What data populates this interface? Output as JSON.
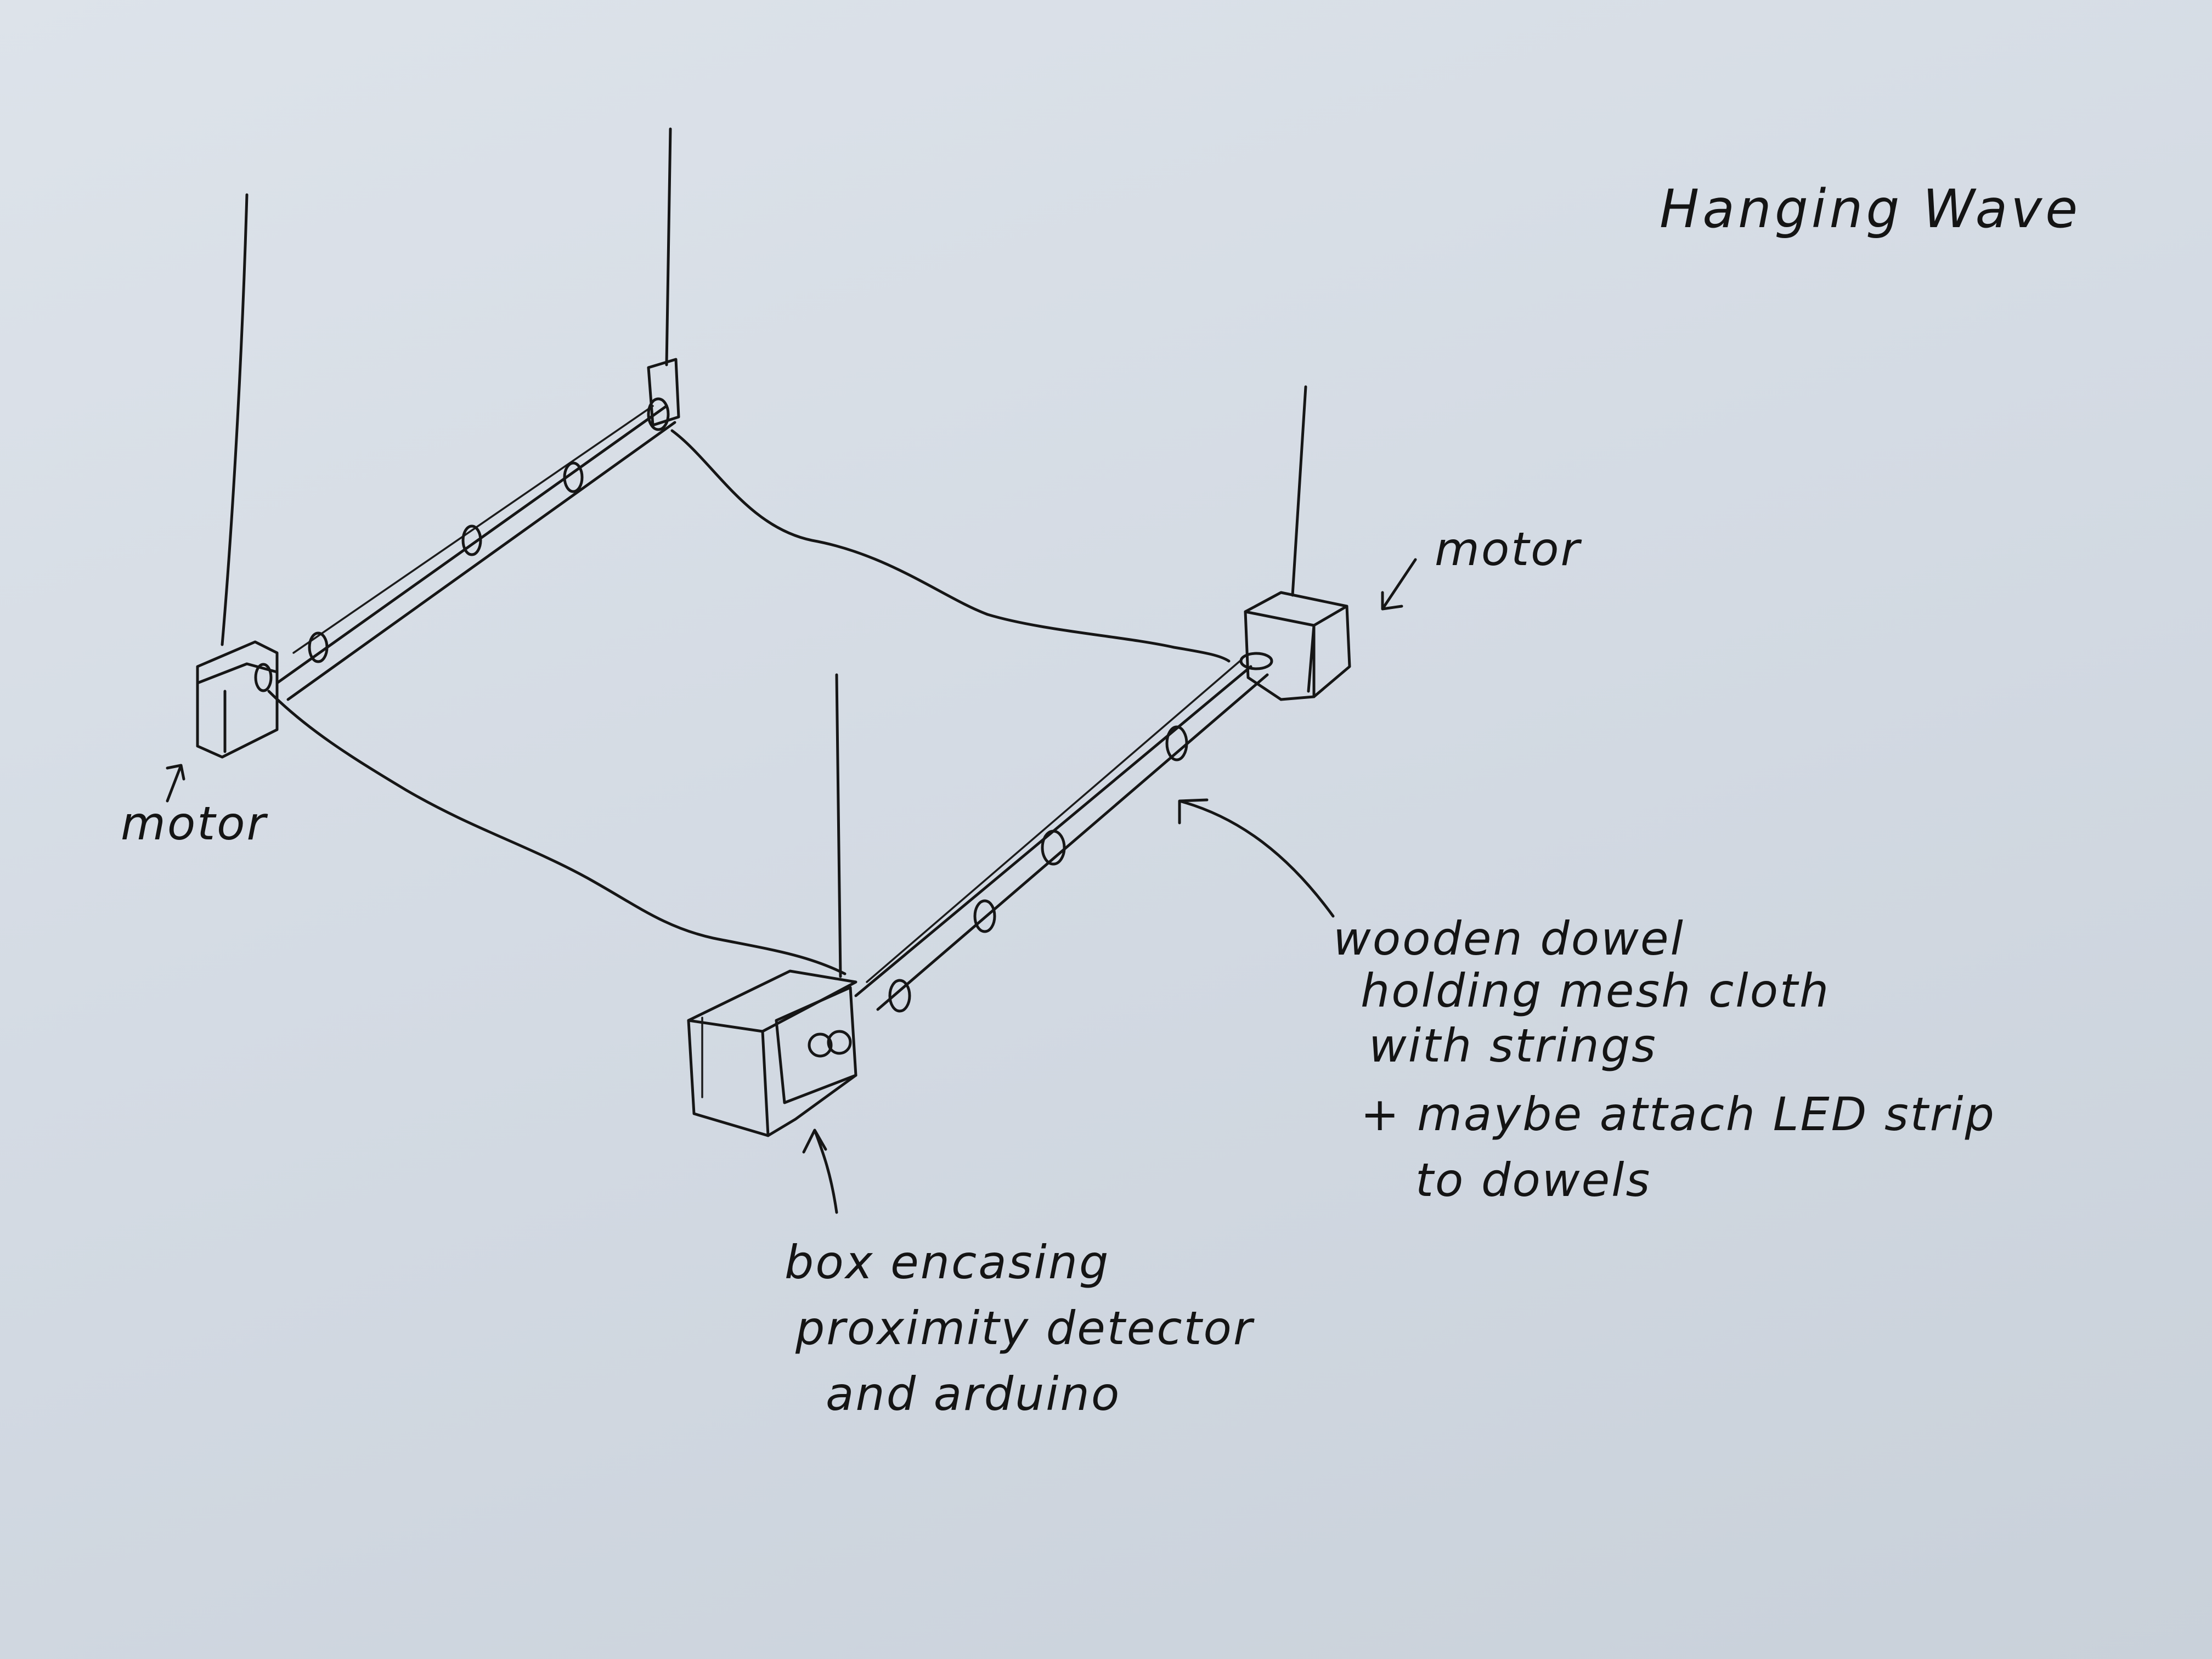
{
  "title": "Hanging Wave",
  "labels": {
    "motor_left": "motor",
    "motor_right": "motor",
    "dowel": {
      "lines": [
        "wooden dowel",
        "holding mesh cloth",
        "with strings"
      ]
    },
    "led_note": {
      "lines": [
        "+ maybe attach LED strip",
        "to dowels"
      ]
    },
    "box": {
      "lines": [
        "box encasing",
        "proximity detector",
        "and arduino"
      ]
    }
  },
  "colors": {
    "ink": "#161616",
    "paper": "#d8dee6"
  }
}
